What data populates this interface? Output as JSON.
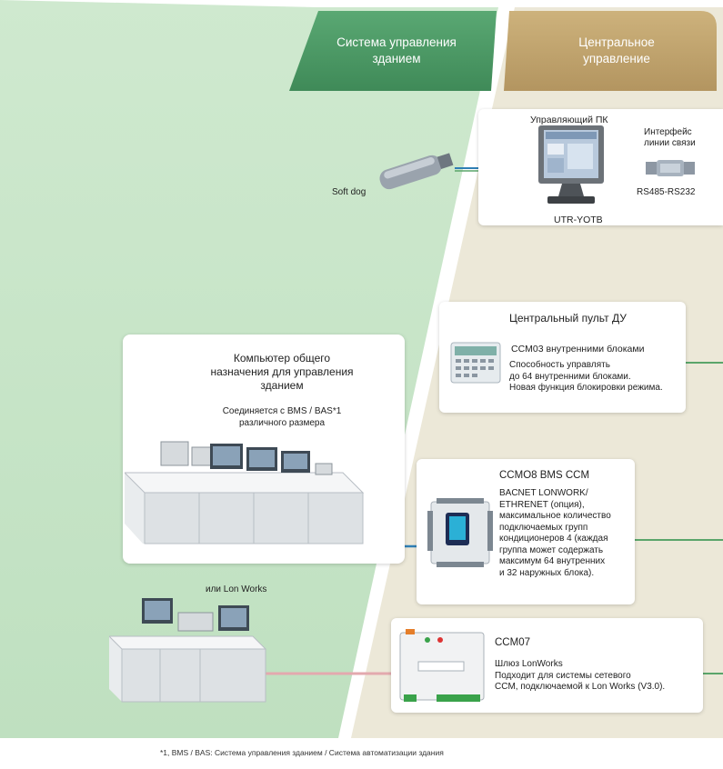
{
  "headers": {
    "bms": [
      "Система управления",
      "зданием"
    ],
    "central": [
      "Центральное",
      "управление"
    ]
  },
  "pc_section": {
    "title": "Управляющий ПК",
    "model": "UTR-YOTB",
    "interface_label": [
      "Интерфейс",
      "линии связи"
    ],
    "converter_label": "RS485-RS232",
    "dongle_label": "Soft dog"
  },
  "remote_section": {
    "title": "Центральный пульт ДУ",
    "model": "CCM03 внутренними блоками",
    "desc": [
      "Способность управлять",
      "до 64 внутренними блоками.",
      "Новая функция блокировки режима."
    ]
  },
  "bms_pc_section": {
    "title": [
      "Компьютер общего",
      "назначения для управления",
      "зданием"
    ],
    "subtitle": [
      "Соединяется с BMS / BAS*1",
      "различного размера"
    ],
    "lonworks_label": "или Lon Works"
  },
  "ccm08_section": {
    "title": "CCMO8 BMS CCM",
    "desc": [
      "BACNET LONWORK/",
      "ETHRENET (опция),",
      "максимальное количество",
      "подключаемых групп",
      "кондиционеров 4 (каждая",
      "группа может содержать",
      "максимум 64 внутренних",
      "и 32 наружных блока)."
    ]
  },
  "ccm07_section": {
    "title": "CCM07",
    "desc": [
      "Шлюз LonWorks",
      "Подходит для системы сетевого",
      "CCM, подключаемой к Lon Works (V3.0)."
    ]
  },
  "footnote": "*1, BMS / BAS: Система управления зданием / Система автоматизации здания",
  "colors": {
    "green_band": "#c6e3c6",
    "green_header": "#4f9b67",
    "beige_band": "#ece8d8",
    "beige_header": "#c2a46d",
    "link_green": "#5aa56a",
    "link_blue": "#2f7fb5",
    "link_orange": "#e6a02a",
    "link_pink": "#e3a9ae"
  }
}
